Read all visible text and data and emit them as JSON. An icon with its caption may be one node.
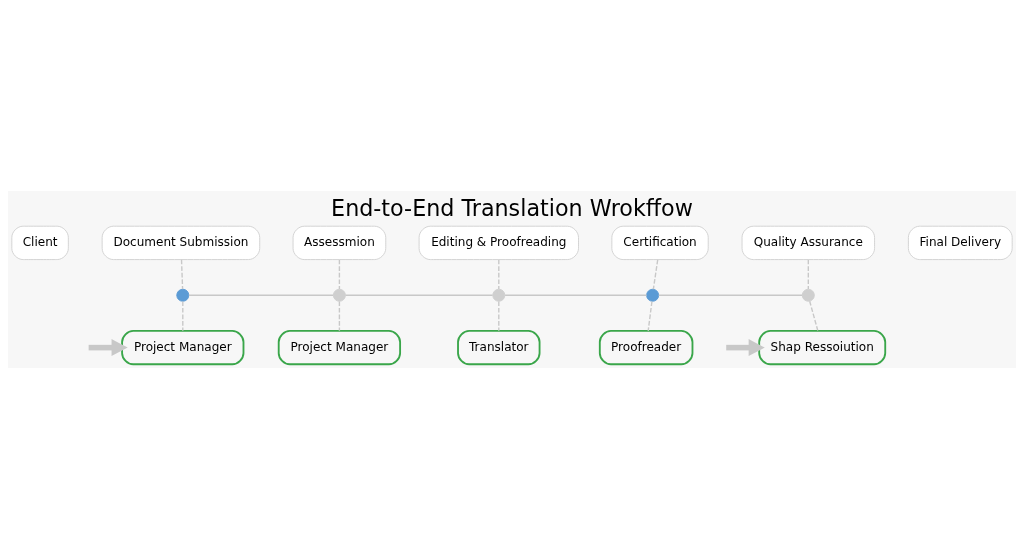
{
  "diagram": {
    "title": "End-to-End Translation Wrokffow",
    "nodes": [
      {
        "text": [
          "Client"
        ]
      },
      {
        "text": [
          "Document Submission"
        ]
      },
      {
        "text": [
          "Assessmion"
        ]
      },
      {
        "text": [
          "Editing & Proofreading"
        ]
      },
      {
        "text": [
          "Certification"
        ]
      },
      {
        "text": [
          "Quality Assurance"
        ]
      },
      {
        "text": [
          "Final Delivery"
        ]
      },
      {
        "text": [],
        "shape": "circle"
      },
      {
        "text": [],
        "shape": "circle"
      },
      {
        "text": [],
        "shape": "circle"
      },
      {
        "text": [],
        "shape": "circle"
      },
      {
        "text": [],
        "shape": "circle"
      },
      {
        "text": [
          "Project Manager"
        ]
      },
      {
        "text": [
          "Project Manager"
        ]
      },
      {
        "text": [
          "Translator"
        ]
      },
      {
        "text": [
          "Proofreader"
        ]
      },
      {
        "text": [
          "Shap Ressoiution"
        ]
      }
    ],
    "edges": [
      {
        "from": 1,
        "to": 7,
        "arrow": "none",
        "style": "dashed"
      },
      {
        "from": 2,
        "to": 8,
        "arrow": "none",
        "style": "dashed"
      },
      {
        "from": 3,
        "to": 9,
        "arrow": "none",
        "style": "dashed"
      },
      {
        "from": 4,
        "to": 10,
        "arrow": "none",
        "style": "dashed"
      },
      {
        "from": 5,
        "to": 11,
        "arrow": "none",
        "style": "dashed"
      },
      {
        "from": 7,
        "to": 8,
        "arrow": "none"
      },
      {
        "from": 8,
        "to": 9,
        "arrow": "none"
      },
      {
        "from": 9,
        "to": 10,
        "arrow": "none"
      },
      {
        "from": 10,
        "to": 11,
        "arrow": "none"
      },
      {
        "from": 7,
        "to": 12,
        "arrow": "none",
        "style": "dashed"
      },
      {
        "from": 8,
        "to": 13,
        "arrow": "none",
        "style": "dashed"
      },
      {
        "from": 9,
        "to": 14,
        "arrow": "none",
        "style": "dashed"
      },
      {
        "from": 10,
        "to": 15,
        "arrow": "none",
        "style": "dashed"
      },
      {
        "from": 11,
        "to": 16,
        "arrow": "none",
        "style": "dashed"
      },
      {
        "from": null,
        "to": 12,
        "arrow": "to",
        "style": "thick"
      },
      {
        "from": null,
        "to": 16,
        "arrow": "to",
        "style": "thick"
      }
    ]
  }
}
